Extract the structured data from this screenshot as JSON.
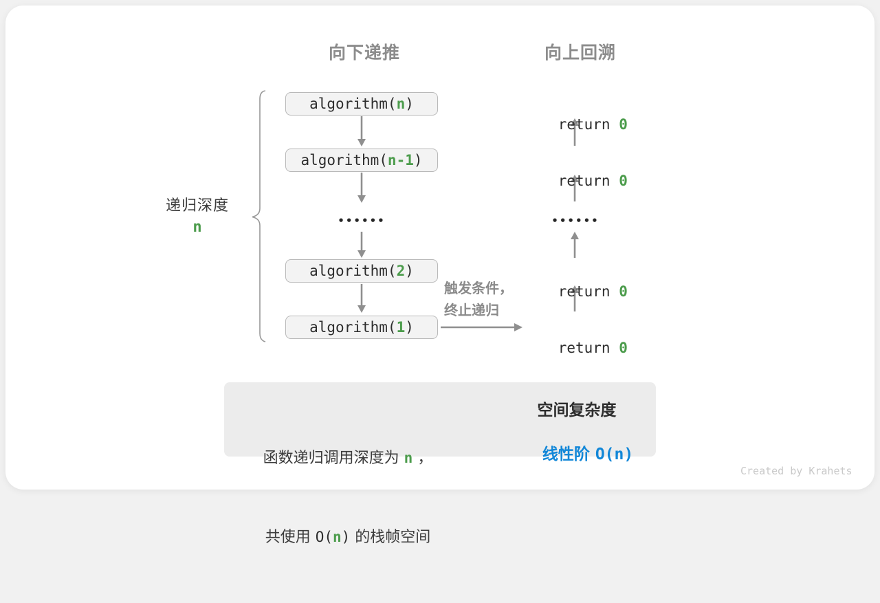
{
  "page": {
    "credit": "Created by Krahets"
  },
  "colors": {
    "accent_green": "#4c9c4c",
    "accent_blue": "#1287d8",
    "muted_gray": "#8c8c8c"
  },
  "headers": {
    "descend": "向下递推",
    "backtrack": "向上回溯"
  },
  "depth_brace": {
    "label": "递归深度",
    "value": "n"
  },
  "call_stack": {
    "boxes": [
      {
        "pre": "algorithm(",
        "arg": "n",
        "post": ")"
      },
      {
        "pre": "algorithm(",
        "arg": "n-1",
        "post": ")"
      },
      {
        "pre": "algorithm(",
        "arg": "2",
        "post": ")"
      },
      {
        "pre": "algorithm(",
        "arg": "1",
        "post": ")"
      }
    ],
    "ellipsis": "••••••"
  },
  "returns": {
    "rows": [
      {
        "keyword": "return ",
        "value": "0"
      },
      {
        "keyword": "return ",
        "value": "0"
      },
      {
        "keyword": "return ",
        "value": "0"
      },
      {
        "keyword": "return ",
        "value": "0"
      }
    ],
    "ellipsis": "••••••"
  },
  "trigger": {
    "line1": "触发条件，",
    "line2": "终止递归"
  },
  "summary": {
    "left_line1_pre": "函数递归调用深度为 ",
    "left_line1_var": "n",
    "left_line1_post": " ，",
    "left_line2_pre": "共使用 ",
    "left_line2_code_open": "O(",
    "left_line2_var": "n",
    "left_line2_code_close": ")",
    "left_line2_post": " 的栈帧空间",
    "right_title": "空间复杂度",
    "right_result_text": "线性阶 ",
    "right_result_code": "O(n)"
  }
}
